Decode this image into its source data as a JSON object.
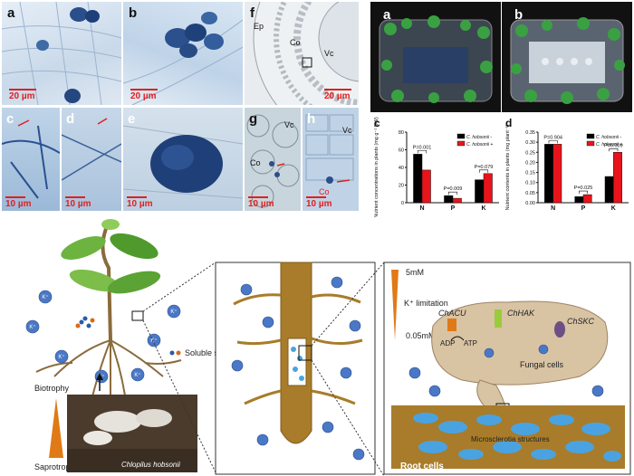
{
  "micrographs": {
    "a": {
      "label": "a",
      "scale": "20 µm"
    },
    "b": {
      "label": "b",
      "scale": "20 µm"
    },
    "c": {
      "label": "c",
      "scale": "10 µm"
    },
    "d": {
      "label": "d",
      "scale": "10 µm"
    },
    "e": {
      "label": "e",
      "scale": "10 µm"
    },
    "f": {
      "label": "f",
      "scale": "20 µm",
      "tissues": [
        "Ep",
        "Co",
        "Vc"
      ]
    },
    "g": {
      "label": "g",
      "scale": "10 µm",
      "tissues": [
        "Vc",
        "Co"
      ]
    },
    "h": {
      "label": "h",
      "scale": "10 µm",
      "tissues": [
        "Vc",
        "Co"
      ]
    }
  },
  "photos": {
    "a": "a",
    "b": "b"
  },
  "chart_data": [
    {
      "type": "bar",
      "panel": "c",
      "ylabel": "Nutrient concentrations in plants (mg g⁻¹ DW)",
      "categories": [
        "N",
        "P",
        "K"
      ],
      "series": [
        {
          "name": "C. hobsonii -",
          "color": "#000000",
          "values": [
            55,
            8,
            26
          ]
        },
        {
          "name": "C. hobsonii +",
          "color": "#e8141b",
          "values": [
            37,
            5,
            33
          ]
        }
      ],
      "yticks": [
        "0",
        "20",
        "40",
        "60",
        "80"
      ],
      "ylim": [
        0,
        80
      ],
      "pvalues": [
        "P=0.001",
        "P=0.009",
        "P=0.079"
      ]
    },
    {
      "type": "bar",
      "panel": "d",
      "ylabel": "Nutrient contents in plants (mg plant⁻¹)",
      "categories": [
        "N",
        "P",
        "K"
      ],
      "series": [
        {
          "name": "C. hobsonii -",
          "color": "#000000",
          "values": [
            0.29,
            0.03,
            0.13
          ]
        },
        {
          "name": "C. hobsonii +",
          "color": "#e8141b",
          "values": [
            0.29,
            0.04,
            0.25
          ]
        }
      ],
      "yticks": [
        "0.00",
        "0.05",
        "0.10",
        "0.15",
        "0.20",
        "0.25",
        "0.30",
        "0.35"
      ],
      "ylim": [
        0,
        0.35
      ],
      "pvalues": [
        "P=0.904",
        "P=0.025",
        "P=0.009"
      ]
    }
  ],
  "model": {
    "potassium": "K⁺",
    "soluble_sugars": "Soluble sugars",
    "biotrophy": "Biotrophy",
    "saprotrophy": "Saprotrophy",
    "species": "Chlopilus hobsonii",
    "high_conc": "5mM",
    "low_conc": "0.05mM",
    "limitation": "K⁺ limitation",
    "transporters": [
      "ChACU",
      "ChHAK",
      "ChSKC"
    ],
    "adp": "ADP",
    "atp": "ATP",
    "fungal_cells": "Fungal cells",
    "root_cells": "Root cells",
    "microsclerotia": "Microsclerotia structures",
    "colors": {
      "potassium": "#3f6ec4",
      "fungus": "#d6c1a4",
      "root": "#b38a2e",
      "gradient": "#e07a16"
    }
  }
}
